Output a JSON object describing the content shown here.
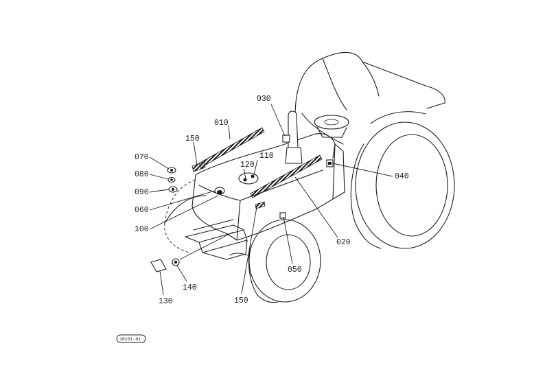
{
  "callouts": {
    "c010": "010",
    "c020": "020",
    "c030": "030",
    "c040": "040",
    "c050": "050",
    "c060": "060",
    "c070": "070",
    "c080": "080",
    "c090": "090",
    "c100": "100",
    "c110": "110",
    "c120": "120",
    "c130": "130",
    "c140": "140",
    "c150a": "150",
    "c150b": "150"
  },
  "reference_code": "10101-01"
}
